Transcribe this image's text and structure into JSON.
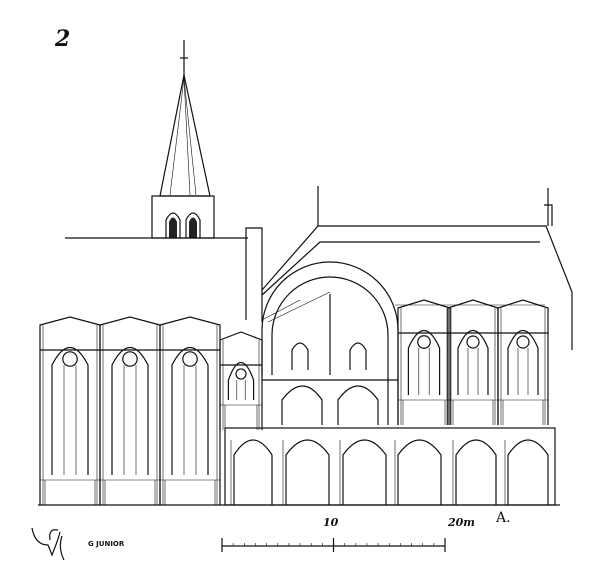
{
  "plate_number": "2",
  "scale_bar": {
    "label_mid": "10",
    "label_end": "20m",
    "unit": "m",
    "max": 20,
    "mid": 10
  },
  "figure_letter": "A.",
  "artist_signature": "G JUNIOR"
}
